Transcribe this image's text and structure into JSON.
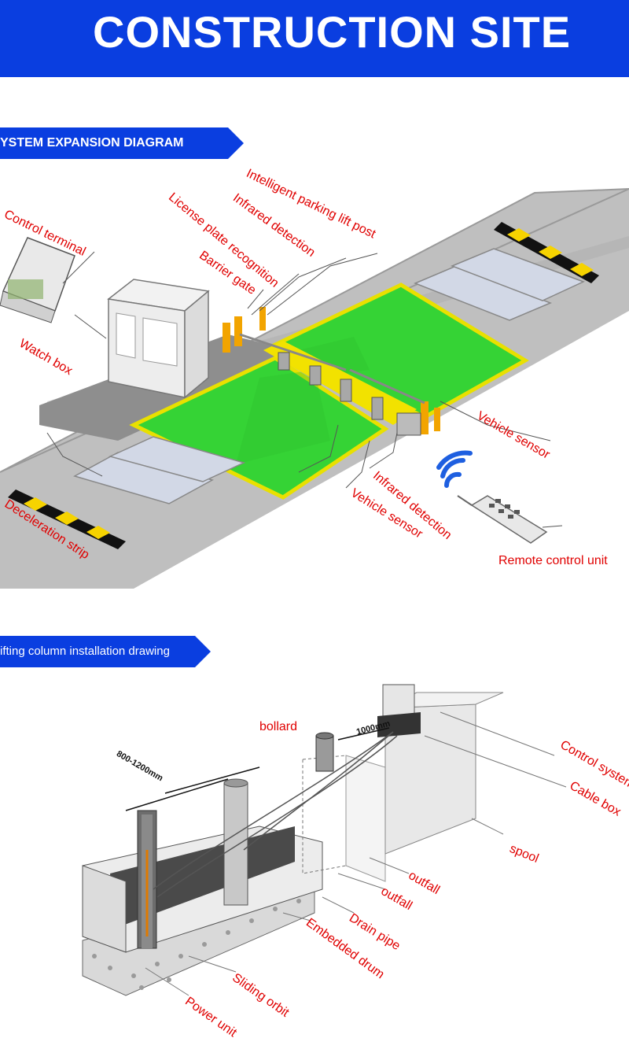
{
  "header": {
    "title": "CONSTRUCTION SITE"
  },
  "section1": {
    "title": "YSTEM EXPANSION DIAGRAM"
  },
  "section2": {
    "title": "ifting column installation drawing"
  },
  "diagram1_labels": {
    "intelligent_post": "Intelligent parking lift post",
    "infrared_top": "Infrared detection",
    "license_plate": "License plate recognition",
    "control_terminal": "Control terminal",
    "barrier_gate": "Barrier gate",
    "watch_box": "Watch box",
    "vehicle_sensor_right": "Vehicle sensor",
    "infrared_bottom": "Infrared detection",
    "vehicle_sensor_bottom": "Vehicle sensor",
    "deceleration_strip": "Deceleration strip",
    "remote_control": "Remote control unit"
  },
  "diagram2_labels": {
    "bollard": "bollard",
    "dim_a": "800-1200mm",
    "dim_b": "1000mm",
    "control_system": "Control system",
    "cable_box": "Cable box",
    "spool": "spool",
    "outfall_1": "outfall",
    "outfall_2": "outfall",
    "drain_pipe": "Drain pipe",
    "embedded_drum": "Embedded drum",
    "sliding_orbit": "Sliding orbit",
    "power_unit": "Power unit"
  },
  "colors": {
    "banner": "#0a3ee0",
    "tab": "#0a3ee0",
    "label": "#e00000",
    "lawn": "#35d335",
    "lane": "#f2e200"
  }
}
